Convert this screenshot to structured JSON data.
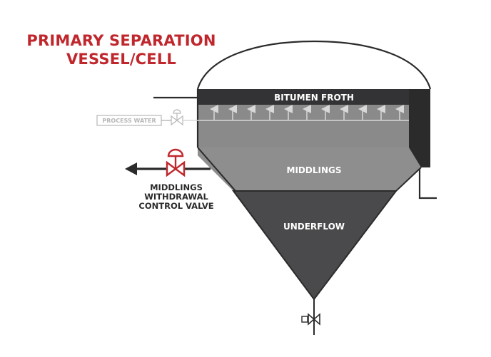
{
  "title": {
    "line1": "PRIMARY SEPARATION",
    "line2": "VESSEL/CELL"
  },
  "zones": {
    "froth": "BITUMEN FROTH",
    "middlings": "MIDDLINGS",
    "underflow": "UNDERFLOW"
  },
  "process_water": "PROCESS WATER",
  "valve_label": {
    "line1": "MIDDLINGS",
    "line2": "WITHDRAWAL",
    "line3": "CONTROL VALVE"
  },
  "colors": {
    "title": "#c0272d",
    "valve": "#c0272d",
    "froth": "#333335",
    "water_zone": "#8a8a8a",
    "middlings": "#8e8e8e",
    "underflow": "#4a4a4c",
    "process_water": "#b7b7b7"
  },
  "icons": [
    "control-valve-icon",
    "gate-valve-icon",
    "arrow-left-icon",
    "arrow-up-icon"
  ]
}
